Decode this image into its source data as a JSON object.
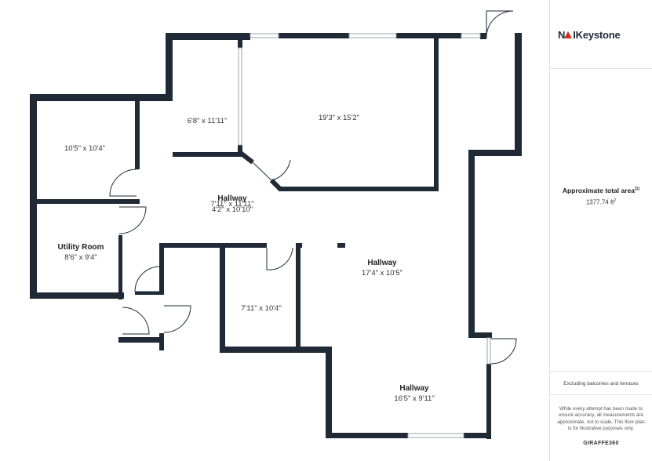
{
  "rooms": [
    {
      "id": "bedroom-top-left",
      "name": "",
      "dims": "10'5\" x 10'4\""
    },
    {
      "id": "room-narrow",
      "name": "",
      "dims": "6'8\" x 11'11\""
    },
    {
      "id": "room-large",
      "name": "",
      "dims": "19'3\" x 15'2\""
    },
    {
      "id": "hallway-center",
      "name": "Hallway",
      "dims": "7'11\" x 11'11\"",
      "dims2": "4'2\" x 10'10\""
    },
    {
      "id": "utility-room",
      "name": "Utility Room",
      "dims": "8'6\" x 9'4\""
    },
    {
      "id": "hallway-right",
      "name": "Hallway",
      "dims": "17'4\" x 10'5\""
    },
    {
      "id": "room-small",
      "name": "",
      "dims": "7'11\" x 10'4\""
    },
    {
      "id": "hallway-bottom",
      "name": "Hallway",
      "dims": "16'5\" x 9'11\""
    }
  ],
  "sidebar": {
    "logo_nai": "N",
    "logo_rest": "Keystone",
    "area_title": "Approximate total area",
    "area_title_sup": "(1)",
    "area_value": "1377.74 ft",
    "area_unit_sup": "2",
    "excluding": "Excluding balconies and terraces",
    "disclaimer": "While every attempt has been made to ensure accuracy, all measurements are approximate, not to scale. This floor plan is for illustrative purposes only.",
    "brand_a": "GIRAFFE",
    "brand_b": "360"
  },
  "colors": {
    "wall": "#1f2a36",
    "window": "#9aa3ab",
    "text": "#222222",
    "logo_red": "#d52b1e"
  }
}
